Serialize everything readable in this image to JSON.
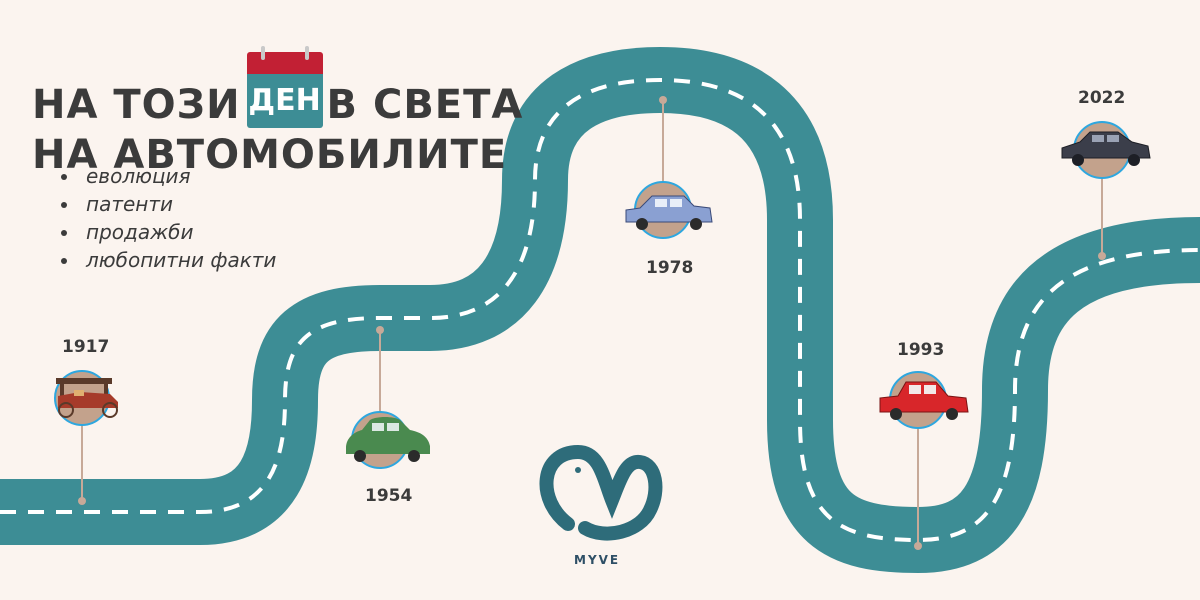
{
  "title": {
    "line1_before": "НА ТОЗИ",
    "calendar_word": "ДЕН",
    "line1_after": "В СВЕТА",
    "line2": "НА АВТОМОБИЛИТЕ"
  },
  "topics": [
    "еволюция",
    "патенти",
    "продажби",
    "любопитни факти"
  ],
  "milestones": [
    {
      "year": "1917",
      "car": "antique-car-icon"
    },
    {
      "year": "1954",
      "car": "green-sedan-icon"
    },
    {
      "year": "1978",
      "car": "blue-sedan-icon"
    },
    {
      "year": "1993",
      "car": "red-sedan-icon"
    },
    {
      "year": "2022",
      "car": "dark-modern-car-icon"
    }
  ],
  "brand": {
    "name": "MYVE"
  },
  "colors": {
    "background": "#fbf4ef",
    "road": "#3d8d95",
    "calendar_top": "#c22034",
    "pin": "#c7a998",
    "badge_bg": "#c3a28c",
    "badge_ring": "#2ea7df",
    "text": "#3b3b3b"
  }
}
